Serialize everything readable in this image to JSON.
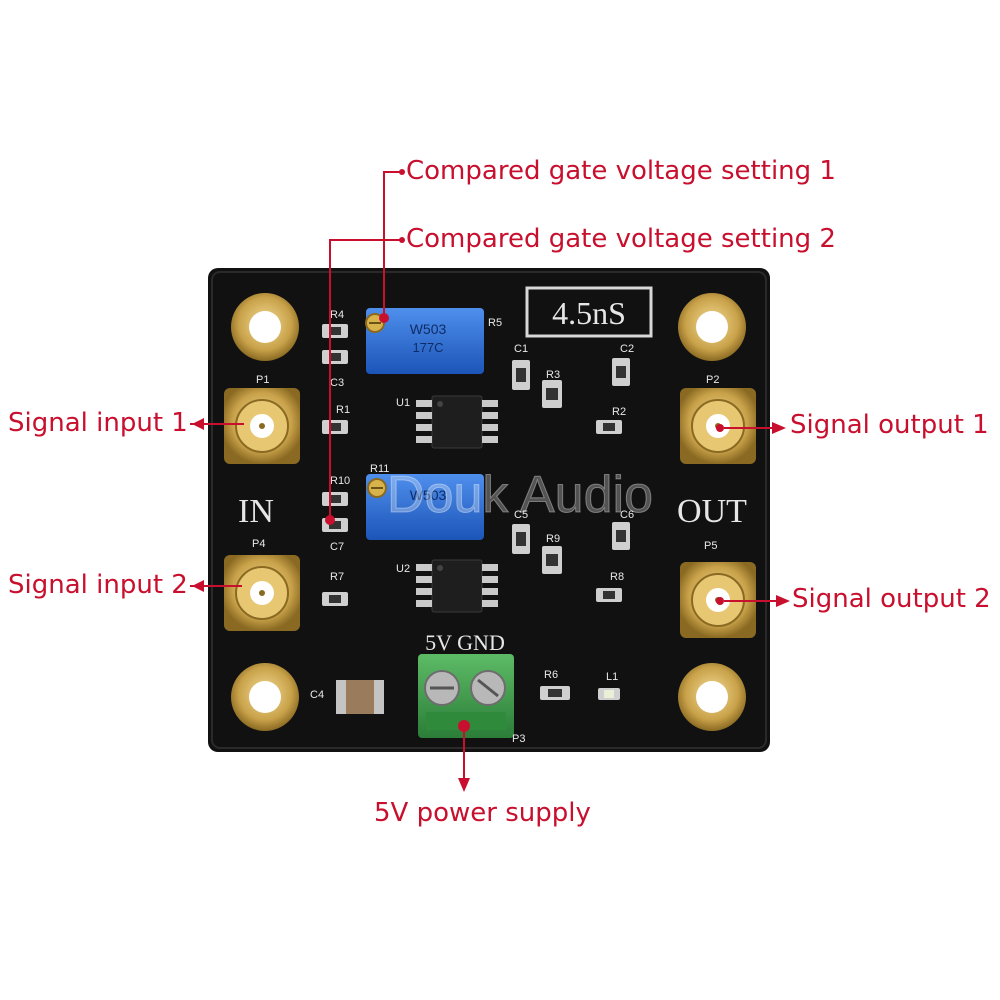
{
  "callouts": {
    "gate_setting_1": "Compared gate voltage setting 1",
    "gate_setting_2": "Compared gate voltage setting 2",
    "signal_input_1": "Signal input 1",
    "signal_input_2": "Signal input 2",
    "signal_output_1": "Signal output 1",
    "signal_output_2": "Signal output 2",
    "power_supply": "5V power supply"
  },
  "board": {
    "badge": "4.5nS",
    "in_label": "IN",
    "out_label": "OUT",
    "power_pins": "5V GND",
    "designators": {
      "p1": "P1",
      "p2": "P2",
      "p3": "P3",
      "p4": "P4",
      "p5": "P5",
      "u1": "U1",
      "u2": "U2",
      "r1": "R1",
      "r2": "R2",
      "r3": "R3",
      "r4": "R4",
      "r5": "R5",
      "r6": "R6",
      "r7": "R7",
      "r8": "R8",
      "r9": "R9",
      "r10": "R10",
      "r11": "R11",
      "c1": "C1",
      "c2": "C2",
      "c3": "C3",
      "c4": "C4",
      "c5": "C5",
      "c6": "C6",
      "c7": "C7",
      "l1": "L1"
    },
    "trimpot_1_marking": "W503",
    "trimpot_1_code": "177C",
    "trimpot_2_marking": "W503"
  },
  "watermark": "Douk Audio",
  "colors": {
    "annotation": "#c8102e",
    "pcb": "#111111",
    "trimpot": "#2a6fd6",
    "gold": "#c9a24a",
    "terminal": "#3b9a4a"
  }
}
